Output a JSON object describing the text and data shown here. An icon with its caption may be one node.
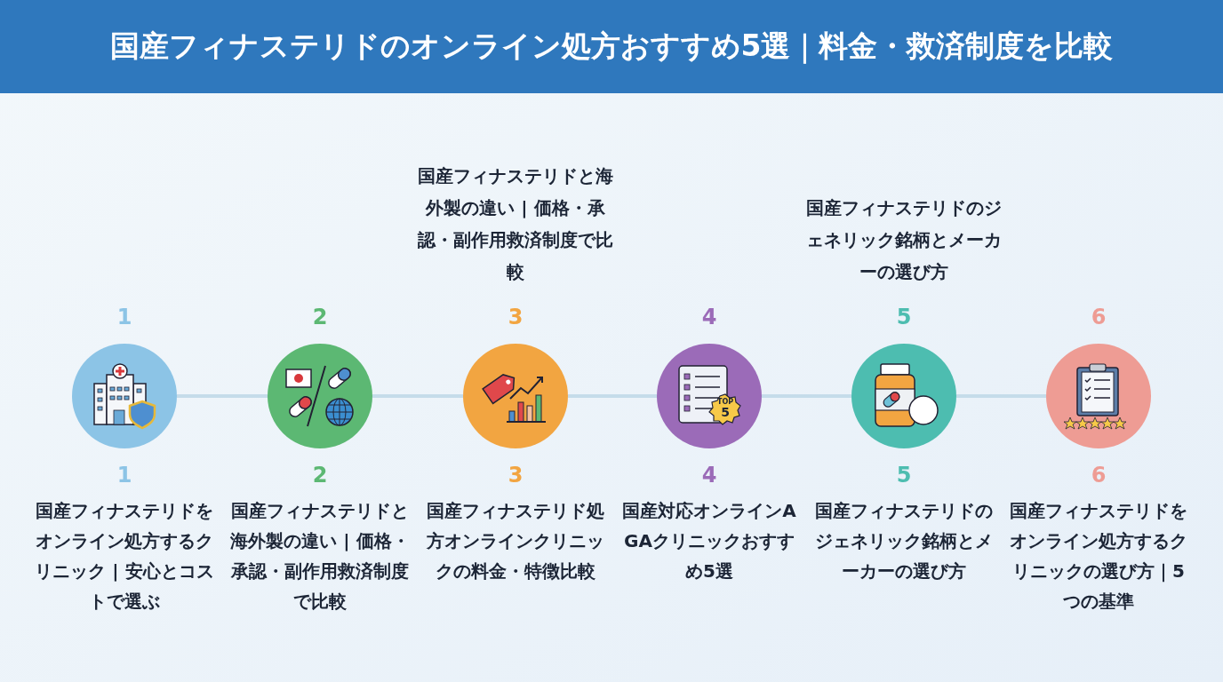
{
  "diagram": {
    "title": "国産フィナステリドのオンライン処方おすすめ5選｜料金・救済制度を比較",
    "nodes": [
      {
        "text": [],
        "shape": "circle",
        "beside": [
          "1",
          "1",
          "国産フィナステリドをオンライン処方するクリニック | 安心とコストで選ぶ"
        ]
      },
      {
        "text": [],
        "shape": "circle",
        "beside": [
          "2",
          "2",
          "国産フィナステリドと海外製の違い | 価格・承認・副作用救済制度で比較"
        ]
      },
      {
        "text": [],
        "shape": "circle",
        "beside": [
          "国産フィナステリドと海外製の違い | 価格・承認・副作用救済制度で比較",
          "3",
          "3",
          "国産フィナステリド処方オンラインクリニックの料金・特徴比較"
        ]
      },
      {
        "text": [],
        "shape": "circle",
        "beside": [
          "4",
          "4",
          "国産対応オンラインAGAクリニックおすすめ5選"
        ]
      },
      {
        "text": [],
        "shape": "circle",
        "beside": [
          "国産フィナステリドのジェネリック銘柄とメーカーの選び方",
          "5",
          "5",
          "国産フィナステリドのジェネリック銘柄とメーカーの選び方"
        ]
      },
      {
        "text": [],
        "shape": "circle",
        "beside": [
          "6",
          "6",
          "国産フィナステリドをオンライン処方するクリニックの選び方｜5つの基準"
        ]
      }
    ],
    "edges": [
      {
        "from": 0,
        "to": 1,
        "arrow": "none"
      },
      {
        "from": 1,
        "to": 2,
        "arrow": "none"
      },
      {
        "from": 2,
        "to": 3,
        "arrow": "none"
      },
      {
        "from": 3,
        "to": 4,
        "arrow": "none"
      },
      {
        "from": 4,
        "to": 5,
        "arrow": "none"
      }
    ],
    "labels": [
      "TOP",
      "5"
    ]
  }
}
